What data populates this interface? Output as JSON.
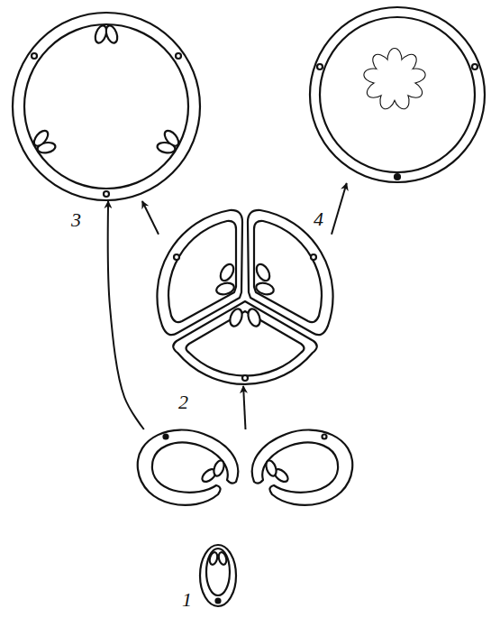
{
  "diagram": {
    "nodes": [
      {
        "text": [
          "1"
        ]
      },
      {
        "text": [
          "2"
        ]
      },
      {
        "text": [
          "3"
        ]
      },
      {
        "text": [
          "4"
        ]
      }
    ],
    "edges": [
      {
        "from": 0,
        "to": 1,
        "arrow": "to"
      },
      {
        "from": 0,
        "to": 2,
        "arrow": "to"
      },
      {
        "from": 1,
        "to": 2,
        "arrow": "to"
      },
      {
        "from": 1,
        "to": 3,
        "arrow": "to"
      }
    ]
  }
}
